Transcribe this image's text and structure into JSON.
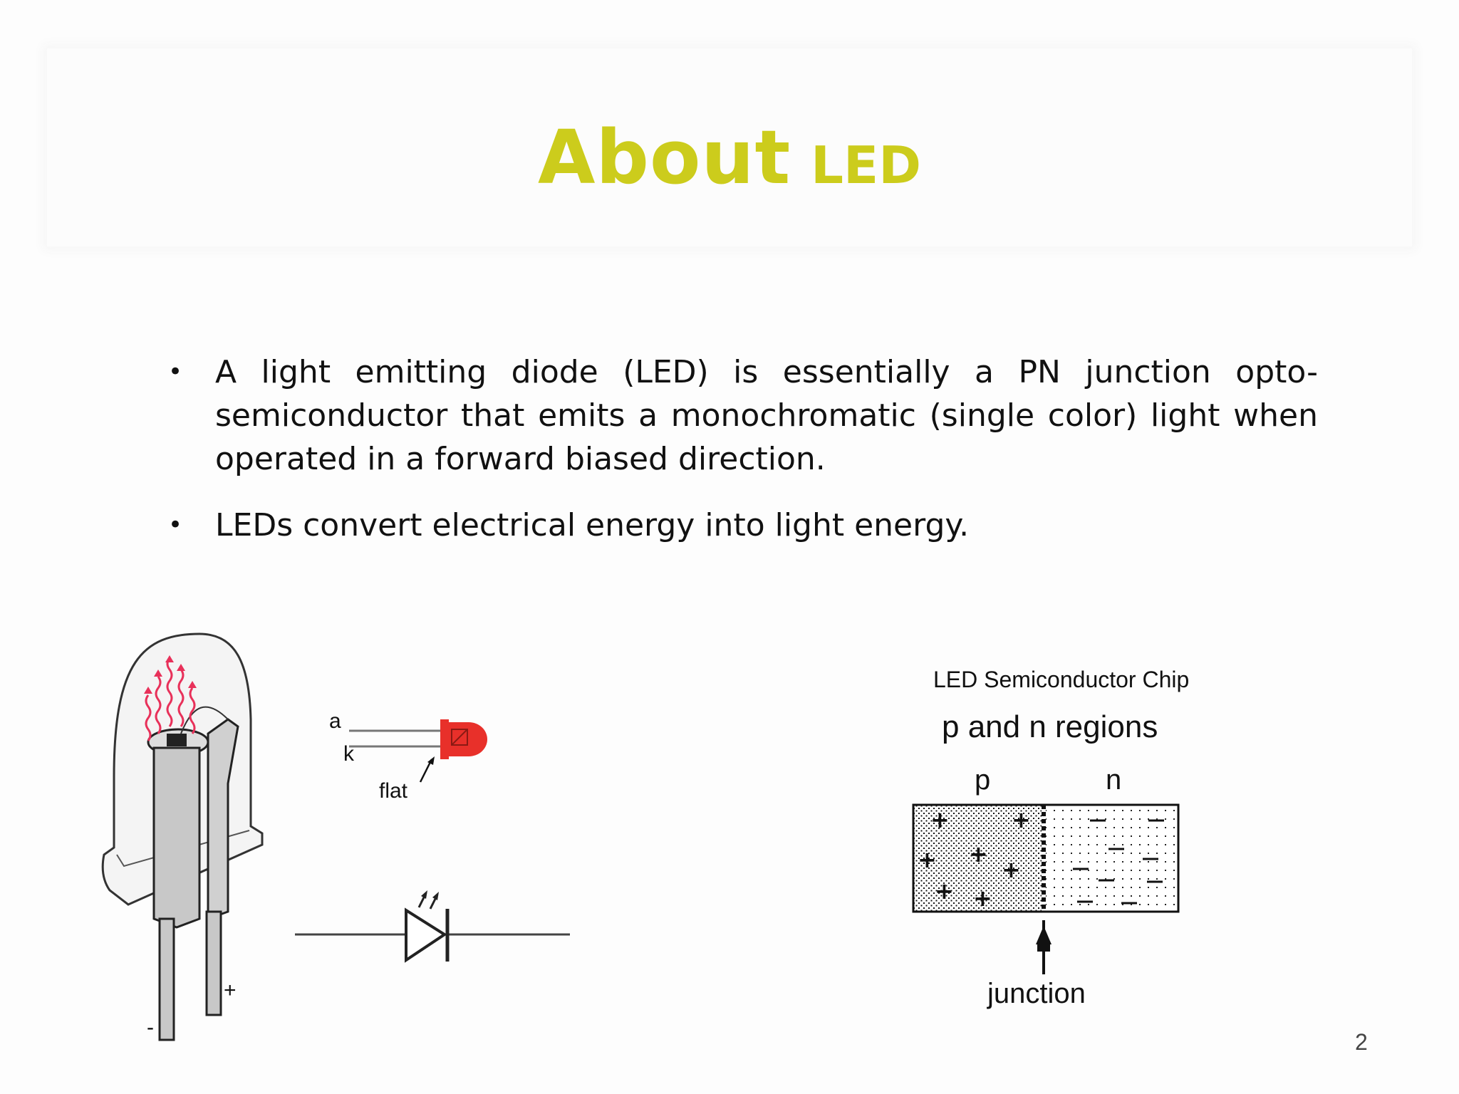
{
  "slide": {
    "title_main": "About",
    "title_sub": "LED",
    "page_number": "2"
  },
  "bullets": [
    {
      "text": "A light emitting diode (LED) is essentially a PN junction opto-semiconductor that emits a monochromatic (single color) light when operated in a forward biased direction."
    },
    {
      "text": "LEDs convert electrical energy into light energy."
    }
  ],
  "led_package": {
    "minus_label": "-",
    "plus_label": "+"
  },
  "led_side_view": {
    "anode_label": "a",
    "cathode_label": "k",
    "flat_label": "flat"
  },
  "chip_diagram": {
    "title": "LED Semiconductor Chip",
    "subtitle": "p and n regions",
    "p_label": "p",
    "n_label": "n",
    "junction_label": "junction"
  },
  "colors": {
    "title": "#cccc1c",
    "led_red": "#e8302a",
    "light_wave": "#e8315a"
  }
}
